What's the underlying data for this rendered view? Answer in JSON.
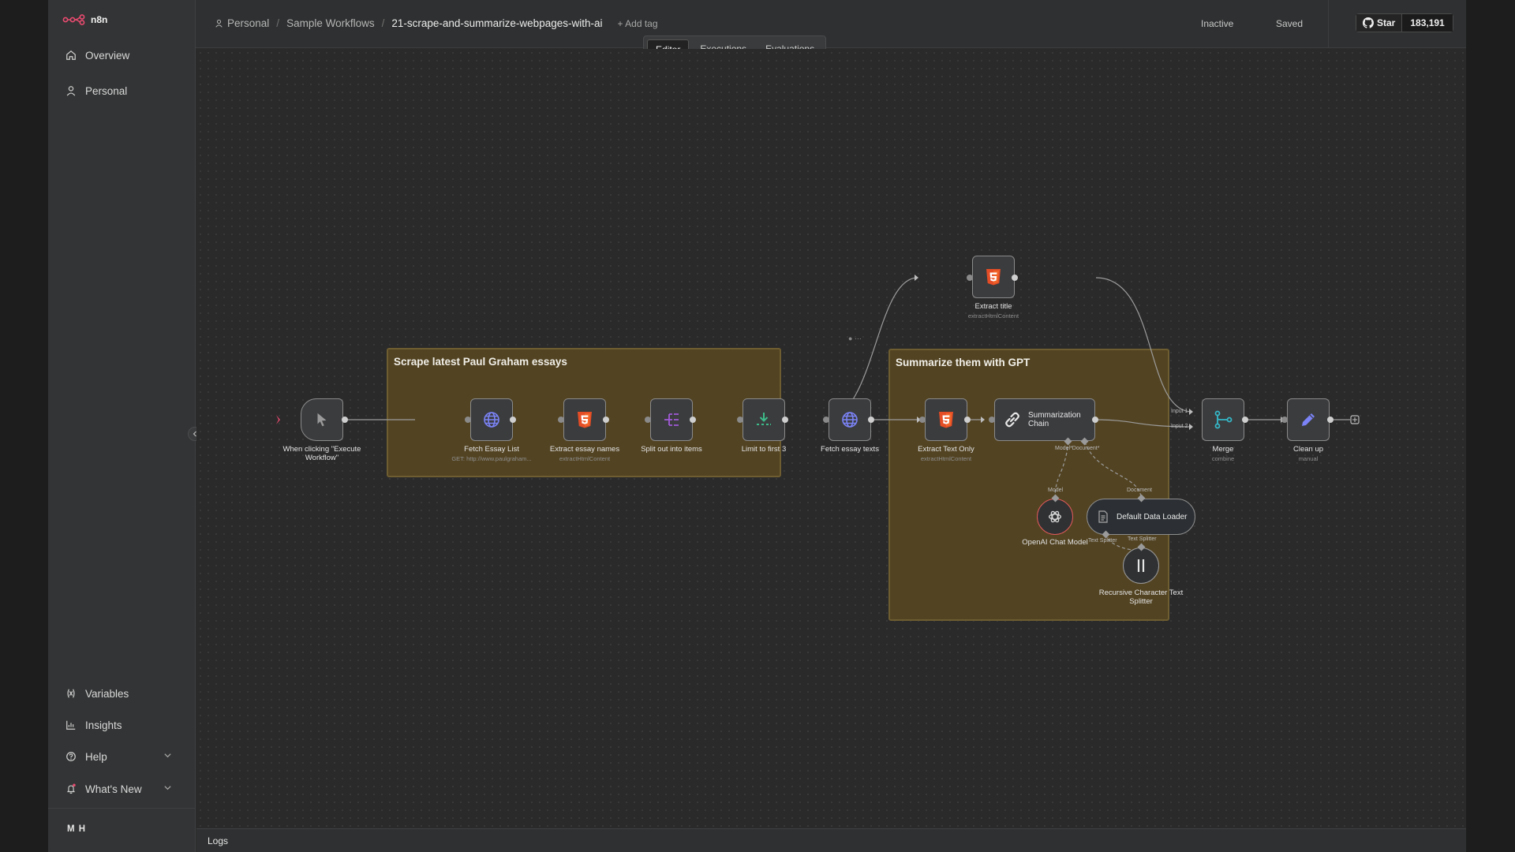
{
  "app": {
    "logo_text": "n8n",
    "user_initials": "M H"
  },
  "sidebar": {
    "top_items": [
      {
        "label": "Overview",
        "icon": "home-icon"
      },
      {
        "label": "Personal",
        "icon": "user-icon"
      }
    ],
    "bottom_items": [
      {
        "label": "Variables",
        "icon": "variables-icon"
      },
      {
        "label": "Insights",
        "icon": "chart-icon"
      },
      {
        "label": "Help",
        "icon": "help-icon"
      },
      {
        "label": "What's New",
        "icon": "bell-icon"
      }
    ]
  },
  "header": {
    "breadcrumb": [
      "Personal",
      "Sample Workflows",
      "21-scrape-and-summarize-webpages-with-ai"
    ],
    "add_tag": "+ Add tag",
    "status": "Inactive",
    "saved": "Saved",
    "github": {
      "label": "Star",
      "count": "183,191"
    },
    "tabs": [
      "Editor",
      "Executions",
      "Evaluations"
    ],
    "active_tab": "Editor"
  },
  "canvas": {
    "stickies": [
      {
        "title": "Scrape latest Paul Graham essays"
      },
      {
        "title": "Summarize them with GPT"
      }
    ],
    "nodes": {
      "trigger": {
        "label": "When clicking \"Execute Workflow\""
      },
      "fetch_list": {
        "label": "Fetch Essay List",
        "sub": "GET: http://www.paulgraham..."
      },
      "extract_names": {
        "label": "Extract essay names",
        "sub": "extractHtmlContent"
      },
      "split": {
        "label": "Split out into items"
      },
      "limit": {
        "label": "Limit to first 3"
      },
      "fetch_texts": {
        "label": "Fetch essay texts"
      },
      "extract_title": {
        "label": "Extract title",
        "sub": "extractHtmlContent"
      },
      "extract_text": {
        "label": "Extract Text Only",
        "sub": "extractHtmlContent"
      },
      "summarization": {
        "label": "Summarization Chain"
      },
      "openai": {
        "label": "OpenAI Chat Model"
      },
      "loader": {
        "label": "Default Data Loader"
      },
      "splitter": {
        "label": "Recursive Character Text Splitter"
      },
      "merge": {
        "label": "Merge",
        "sub": "combine"
      },
      "cleanup": {
        "label": "Clean up",
        "sub": "manual"
      }
    },
    "ports": {
      "model_doc": "Model*Document*",
      "model": "Model",
      "document": "Document",
      "text_splitter_in": "Text Splitter",
      "text_splitter_out": "Text Splitter",
      "input1": "Input 1",
      "input2": "Input 2"
    }
  },
  "logs": {
    "label": "Logs"
  },
  "colors": {
    "accent": "#ea4b71",
    "sticky": "#524322",
    "html5": "#e44d26",
    "globe": "#7b83f6",
    "split": "#a05ad8",
    "limit": "#3dbb8a"
  }
}
